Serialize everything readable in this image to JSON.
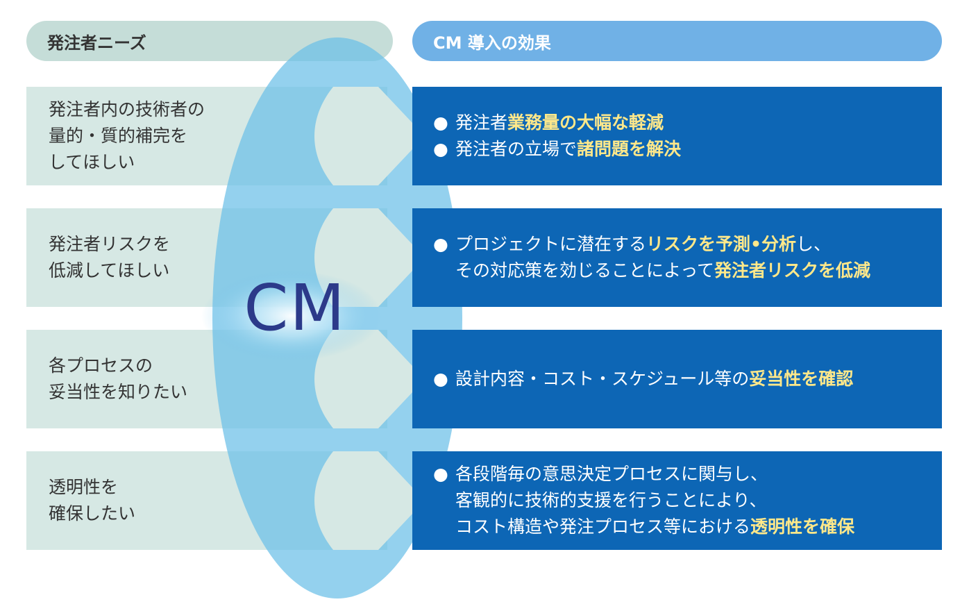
{
  "headers": {
    "needs": "発注者ニーズ",
    "effects": "CM 導入の効果"
  },
  "center_label": "CM",
  "needs": [
    {
      "text": "発注者内の技術者の\n量的・質的補完を\nしてほしい"
    },
    {
      "text": "発注者リスクを\n低減してほしい"
    },
    {
      "text": "各プロセスの\n妥当性を知りたい"
    },
    {
      "text": "透明性を\n確保したい"
    }
  ],
  "effects": [
    {
      "lines": [
        {
          "bullet": "●",
          "plain": "発注者",
          "highlight": "業務量の大幅な軽減"
        },
        {
          "bullet": "●",
          "plain": "発注者の立場で",
          "highlight": "諸問題を解決"
        }
      ]
    },
    {
      "lines": [
        {
          "bullet": "●",
          "plain": "プロジェクトに潜在する",
          "highlight": "リスクを予測•分析",
          "after": "し、"
        },
        {
          "bullet": "",
          "plain": "その対応策を効じることによって",
          "highlight": "発注者リスクを低減"
        }
      ]
    },
    {
      "lines": [
        {
          "bullet": "●",
          "plain": "設計内容・コスト・スケジュール等の",
          "highlight": "妥当性を確認"
        }
      ]
    },
    {
      "lines": [
        {
          "bullet": "●",
          "plain": "各段階毎の意思決定プロセスに関与し、"
        },
        {
          "bullet": "",
          "plain": "客観的に技術的支援を行うことにより、"
        },
        {
          "bullet": "",
          "plain": "コスト構造や発注プロセス等における",
          "highlight": "透明性を確保"
        }
      ]
    }
  ],
  "colors": {
    "needs_header": "#c5ddd8",
    "effects_header": "#70b1e6",
    "need_box": "#d6e8e4",
    "effect_box": "#0d66b5",
    "highlight_text": "#ffe88a",
    "ellipse": "#6bbfe8",
    "cm_text": "#2c3a8a"
  }
}
